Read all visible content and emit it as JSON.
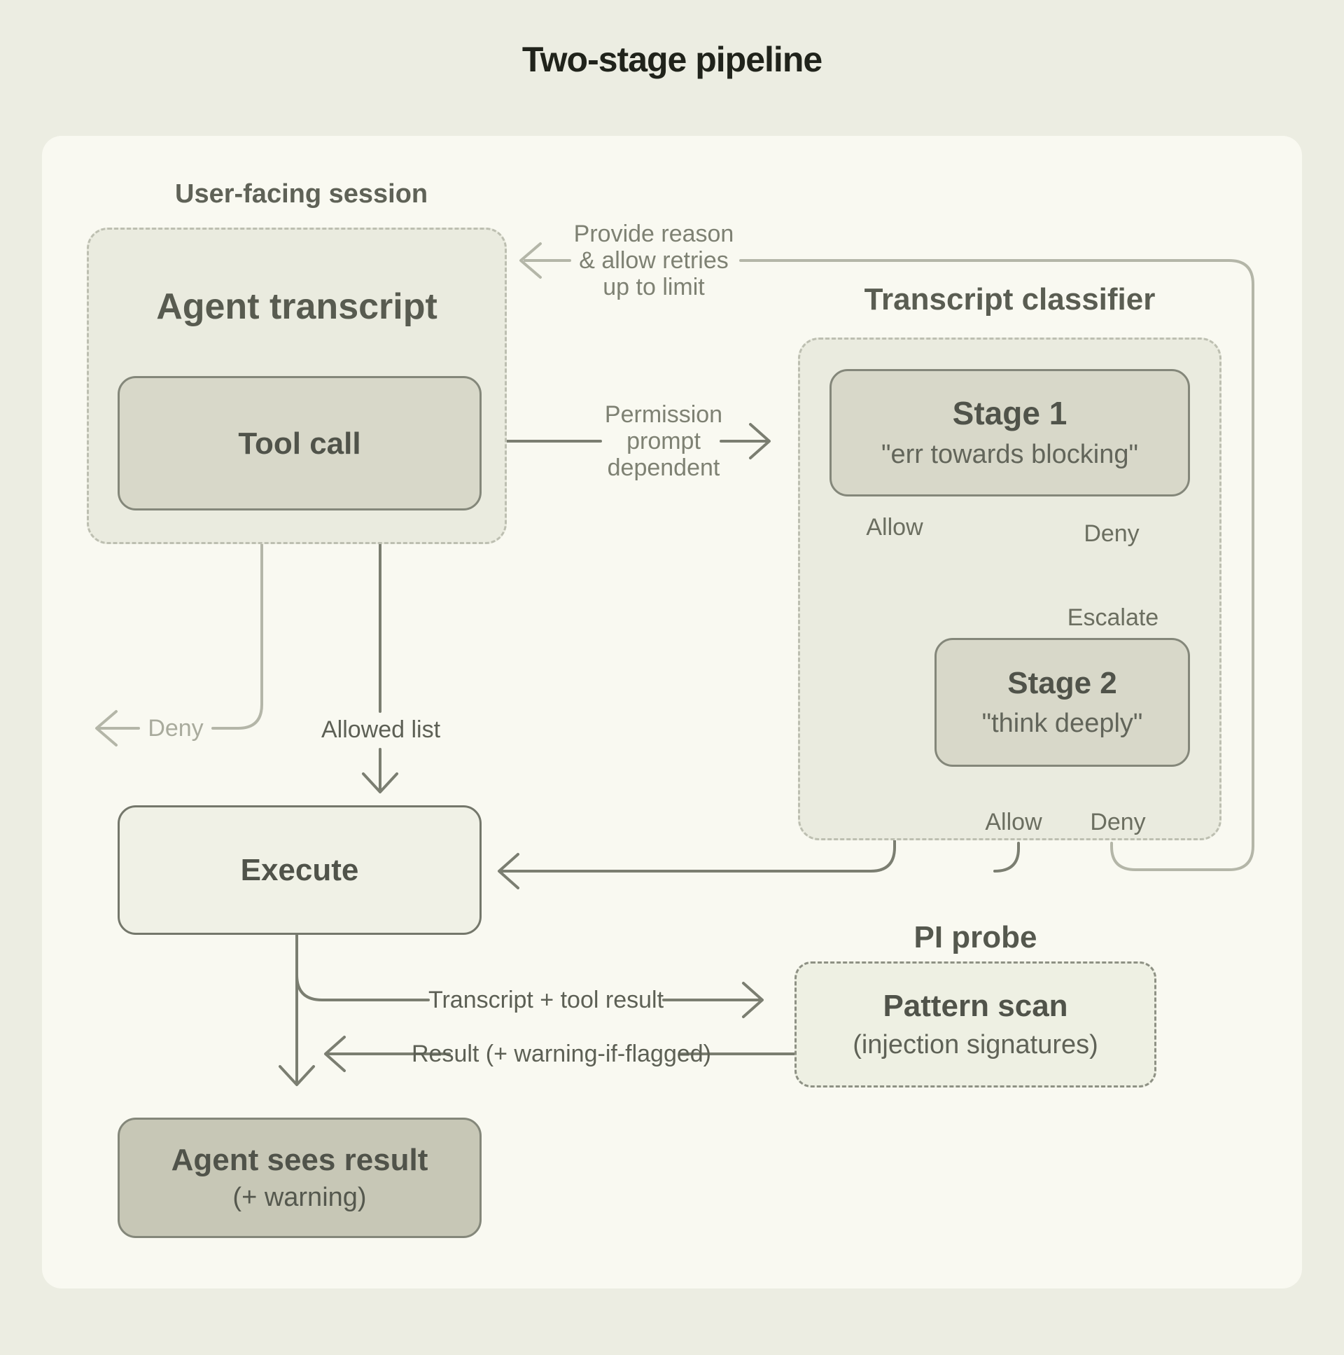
{
  "title": "Two-stage pipeline",
  "sections": {
    "user_session_label": "User-facing session",
    "agent_heading": "Agent transcript",
    "classifier_label": "Transcript classifier",
    "pi_probe_label": "PI probe"
  },
  "nodes": {
    "tool_call": {
      "title": "Tool call"
    },
    "stage1": {
      "title": "Stage 1",
      "subtitle": "\"err towards blocking\""
    },
    "stage2": {
      "title": "Stage 2",
      "subtitle": "\"think deeply\""
    },
    "execute": {
      "title": "Execute"
    },
    "pattern_scan": {
      "title": "Pattern scan",
      "subtitle": "(injection signatures)"
    },
    "agent_sees": {
      "title": "Agent sees result",
      "subtitle": "(+ warning)"
    }
  },
  "edge_labels": {
    "provide_reason": "Provide reason\n& allow retries\nup to limit",
    "permission": "Permission\nprompt\ndependent",
    "deny_left": "Deny",
    "allowed_list": "Allowed list",
    "stage1_allow": "Allow",
    "stage1_deny": "Deny",
    "escalate": "Escalate",
    "stage2_allow": "Allow",
    "stage2_deny": "Deny",
    "transcript_tool_result": "Transcript + tool result",
    "result_warning": "Result (+ warning-if-flagged)"
  },
  "colors": {
    "outer_bg": "#ecede2",
    "panel_bg": "#f9f9f1",
    "container_fill": "#eaebdf",
    "container_dash": "#bdbfb1",
    "box_fill": "#d8d8c9",
    "execute_fill": "#f0f1e6",
    "result_fill": "#c7c7b6",
    "pattern_fill": "#eef0e3",
    "pattern_dash": "#8e9184",
    "box_border": "#84877a",
    "dark_line": "#7b7e71",
    "light_line": "#b4b6a8",
    "title_text": "#20231b",
    "heading_text": "#585b50",
    "label_text": "#50534a",
    "annotation_text": "#7e8173"
  }
}
